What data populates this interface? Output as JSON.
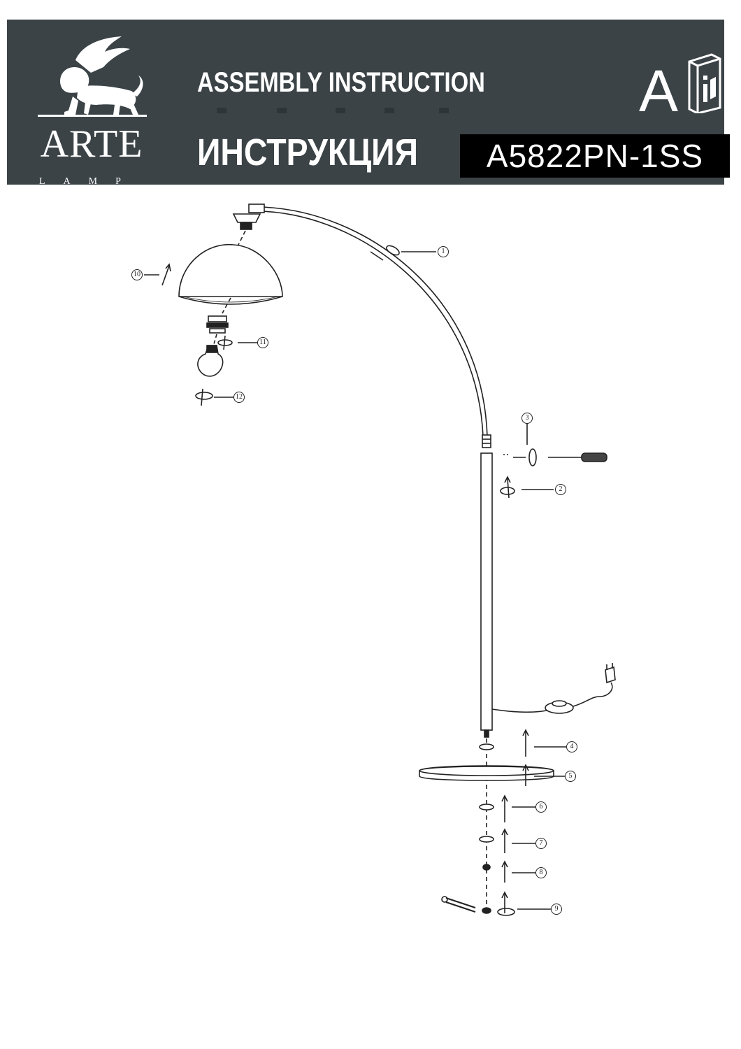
{
  "header": {
    "brand": "ARTE",
    "brand_sub": "LAMP",
    "title_en": "ASSEMBLY INSTRUCTION",
    "title_ru": "ИНСТРУКЦИЯ",
    "category_letter": "A",
    "model": "A5822PN-1SS",
    "icons": {
      "logo": "winged-lion-logo-icon",
      "manual": "manual-book-icon"
    },
    "colors": {
      "header_bg": "#3b4347",
      "model_bg": "#000000",
      "text": "#ffffff"
    }
  },
  "diagram": {
    "callouts": [
      "1",
      "2",
      "3",
      "4",
      "5",
      "6",
      "7",
      "8",
      "9",
      "10",
      "11",
      "12"
    ]
  }
}
